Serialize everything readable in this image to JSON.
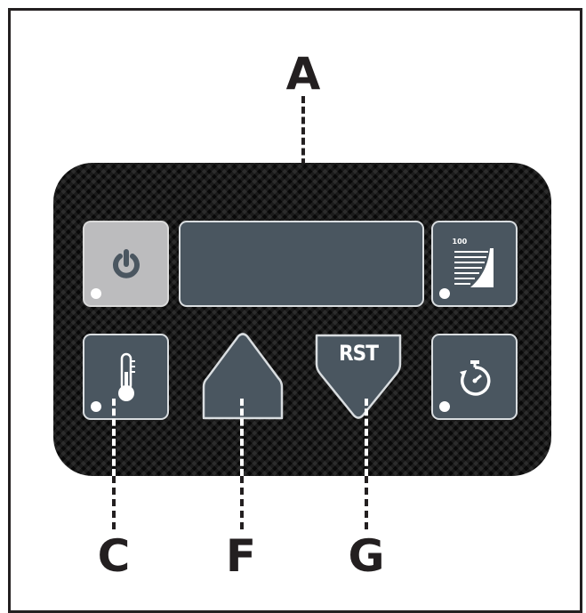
{
  "callouts": {
    "a": "A",
    "c": "C",
    "f": "F",
    "g": "G"
  },
  "buttons": {
    "power": {
      "icon": "power-icon"
    },
    "level": {
      "icon": "level-ramp-icon",
      "scale_label": "100"
    },
    "temperature": {
      "icon": "thermometer-icon"
    },
    "up": {
      "icon": "up-arrow"
    },
    "rst": {
      "label": "RST"
    },
    "timer": {
      "icon": "timer-icon"
    }
  },
  "colors": {
    "panel": "#151515",
    "key": "#4a5660",
    "key_light": "#bcbcbe",
    "border": "#d9dde0",
    "ink": "#231f20"
  }
}
